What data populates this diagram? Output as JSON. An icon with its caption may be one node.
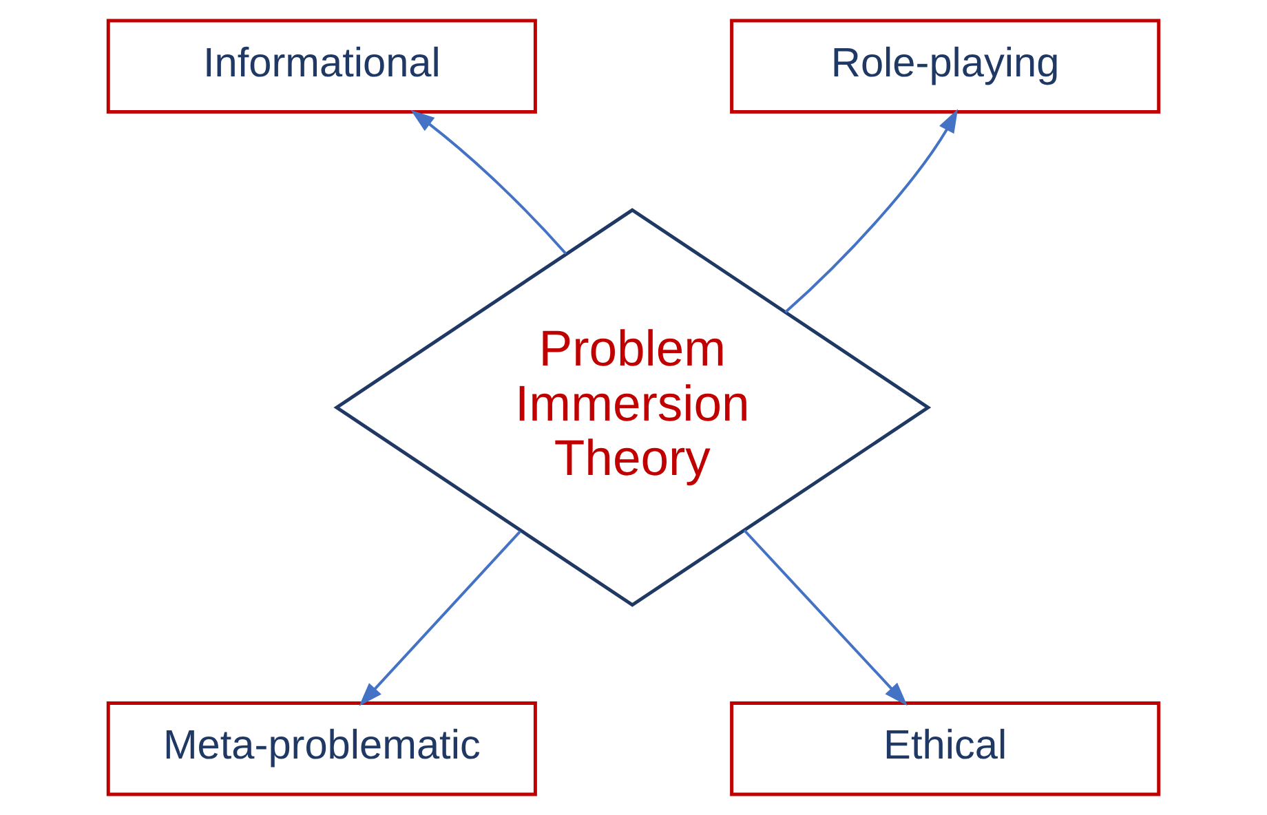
{
  "diagram": {
    "nodes": [
      {
        "text": [
          "Informational"
        ]
      },
      {
        "text": [
          "Role-playing"
        ]
      },
      {
        "text": [
          "Problem Immersion Theory"
        ]
      },
      {
        "text": [
          "Meta-problematic"
        ]
      },
      {
        "text": [
          "Ethical"
        ]
      }
    ],
    "edges": [
      {
        "from": 2,
        "to": 0,
        "arrow": "to"
      },
      {
        "from": 2,
        "to": 1,
        "arrow": "to"
      },
      {
        "from": 2,
        "to": 3,
        "arrow": "to"
      },
      {
        "from": 2,
        "to": 4,
        "arrow": "to"
      }
    ]
  }
}
